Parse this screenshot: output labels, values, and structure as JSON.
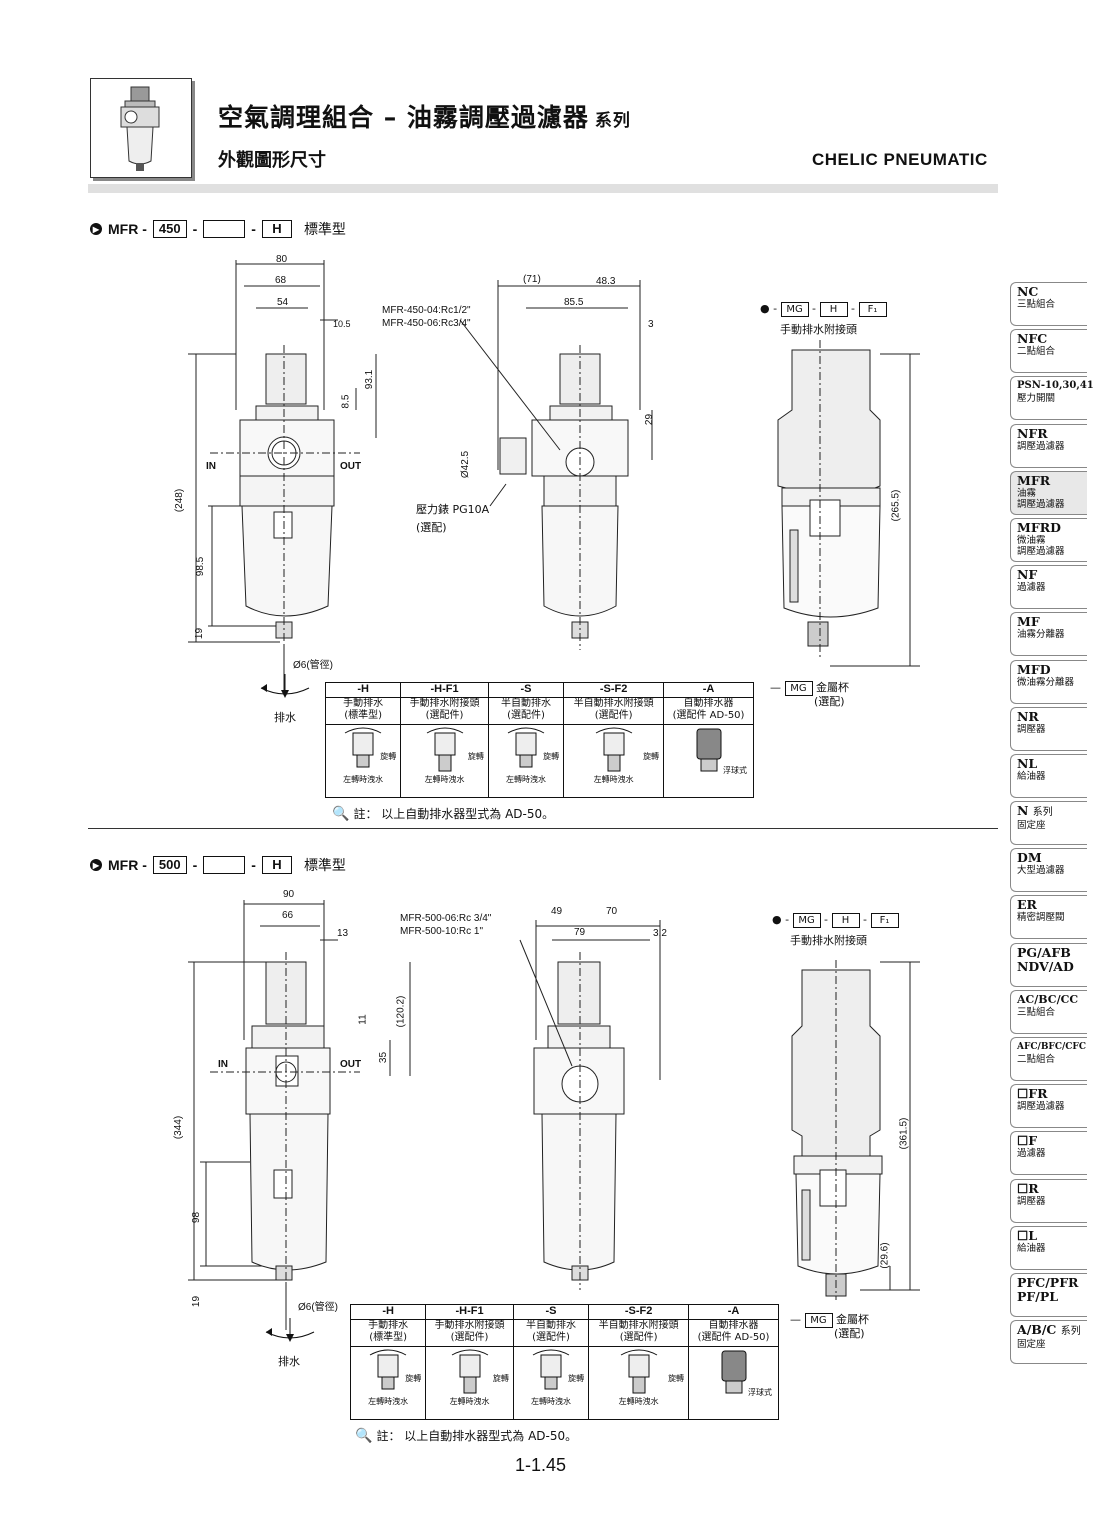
{
  "header": {
    "title_main": "空氣調理組合 – 油霧調壓過濾器",
    "title_series": "系列",
    "subtitle": "外觀圖形尺寸",
    "brand": "CHELIC PNEUMATIC"
  },
  "section1": {
    "prefix": "MFR -",
    "size": "450",
    "dash1": "-",
    "dash2": "-",
    "drain": "H",
    "std": "標準型",
    "dims": {
      "d80": "80",
      "d68": "68",
      "d54": "54",
      "d105": "10.5",
      "d85": "8.5",
      "d931": "93.1",
      "d248": "(248)",
      "d985": "98.5",
      "d19": "19",
      "d6": "Ø6(管徑)",
      "d71": "(71)",
      "d483": "48.3",
      "d855": "85.5",
      "d3": "3",
      "d29": "29",
      "d425": "Ø42.5",
      "d2655": "(265.5)"
    },
    "port_labels": [
      "MFR-450-04:Rc1/2\"",
      "MFR-450-06:Rc3/4\""
    ],
    "in": "IN",
    "out": "OUT",
    "gauge": "壓力錶 PG10A",
    "gauge_opt": "(選配)",
    "drain_label": "排水",
    "mg_row": [
      "MG",
      "H",
      "F₁"
    ],
    "mg_caption": "手動排水附接頭",
    "mg_cup": "MG",
    "mg_cup_label": "金屬杯",
    "mg_cup_opt": "(選配)",
    "note": "註： 以上自動排水器型式為 AD-50。"
  },
  "section2": {
    "prefix": "MFR -",
    "size": "500",
    "dash1": "-",
    "dash2": "-",
    "drain": "H",
    "std": "標準型",
    "dims": {
      "d90": "90",
      "d66": "66",
      "d13": "13",
      "d11": "11",
      "d1202": "(120.2)",
      "d35": "35",
      "d344": "(344)",
      "d98": "98",
      "d19": "19",
      "d6": "Ø6(管徑)",
      "d49": "49",
      "d70": "70",
      "d79": "79",
      "d32": "3.2",
      "d3615": "(361.5)",
      "d296": "(29.6)"
    },
    "port_labels": [
      "MFR-500-06:Rc 3/4\"",
      "MFR-500-10:Rc  1\""
    ],
    "in": "IN",
    "out": "OUT",
    "drain_label": "排水",
    "mg_row": [
      "MG",
      "H",
      "F₁"
    ],
    "mg_caption": "手動排水附接頭",
    "mg_cup": "MG",
    "mg_cup_label": "金屬杯",
    "mg_cup_opt": "(選配)",
    "note": "註： 以上自動排水器型式為 AD-50。"
  },
  "options_table": {
    "codes": [
      "-H",
      "-H-F1",
      "-S",
      "-S-F2",
      "-A"
    ],
    "desc_line1": [
      "手動排水",
      "手動排水附接頭",
      "半自動排水",
      "半自動排水附接頭",
      "自動排水器"
    ],
    "desc_line2": [
      "(標準型)",
      "(選配件)",
      "(選配件)",
      "(選配件)",
      "(選配件 AD-50)"
    ],
    "rotate": "旋轉",
    "left_turn": "左轉時洩水",
    "float": "浮球式"
  },
  "nav": [
    {
      "code": "NC",
      "desc": "三點組合"
    },
    {
      "code": "NFC",
      "desc": "二點組合"
    },
    {
      "code": "PSN-10,30,41",
      "desc": "壓力開關"
    },
    {
      "code": "NFR",
      "desc": "調壓過濾器"
    },
    {
      "code": "MFR",
      "desc": "油霧",
      "desc2": "調壓過濾器"
    },
    {
      "code": "MFRD",
      "desc": "微油霧",
      "desc2": "調壓過濾器"
    },
    {
      "code": "NF",
      "desc": "過濾器"
    },
    {
      "code": "MF",
      "desc": "油霧分離器"
    },
    {
      "code": "MFD",
      "desc": "微油霧分離器"
    },
    {
      "code": "NR",
      "desc": "調壓器"
    },
    {
      "code": "NL",
      "desc": "給油器"
    },
    {
      "code": "N",
      "code_suffix": "系列",
      "desc": "固定座"
    },
    {
      "code": "DM",
      "desc": "大型過濾器"
    },
    {
      "code": "ER",
      "desc": "精密調壓閥"
    },
    {
      "code": "PG/AFB",
      "desc_code": "NDV/AD"
    },
    {
      "code": "AC/BC/CC",
      "desc": "三點組合"
    },
    {
      "code": "AFC/BFC/CFC",
      "desc": "二點組合"
    },
    {
      "code": "☐FR",
      "desc": "調壓過濾器"
    },
    {
      "code": "☐F",
      "desc": "過濾器"
    },
    {
      "code": "☐R",
      "desc": "調壓器"
    },
    {
      "code": "☐L",
      "desc": "給油器"
    },
    {
      "code": "PFC/PFR",
      "desc_code": "PF/PL"
    },
    {
      "code": "A/B/C",
      "code_suffix": "系列",
      "desc": "固定座"
    }
  ],
  "page_number": "1-1.45"
}
